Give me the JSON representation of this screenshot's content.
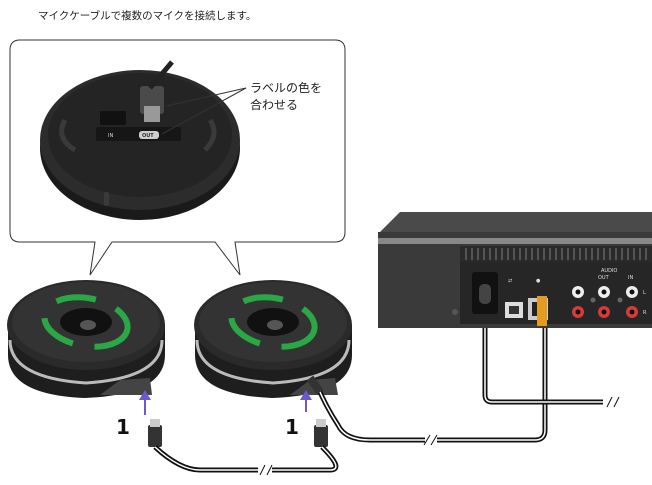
{
  "caption": "マイクケーブルで複数のマイクを接続します。",
  "callout": {
    "line1": "ラベルの色を",
    "line2": "合わせる"
  },
  "mic_bottom_labels": {
    "in": "IN",
    "out": "OUT"
  },
  "steps": {
    "left": "1",
    "right": "1"
  },
  "panel_labels": {
    "audio": "AUDIO",
    "out": "OUT",
    "in": "IN",
    "l": "L",
    "r": "R"
  }
}
